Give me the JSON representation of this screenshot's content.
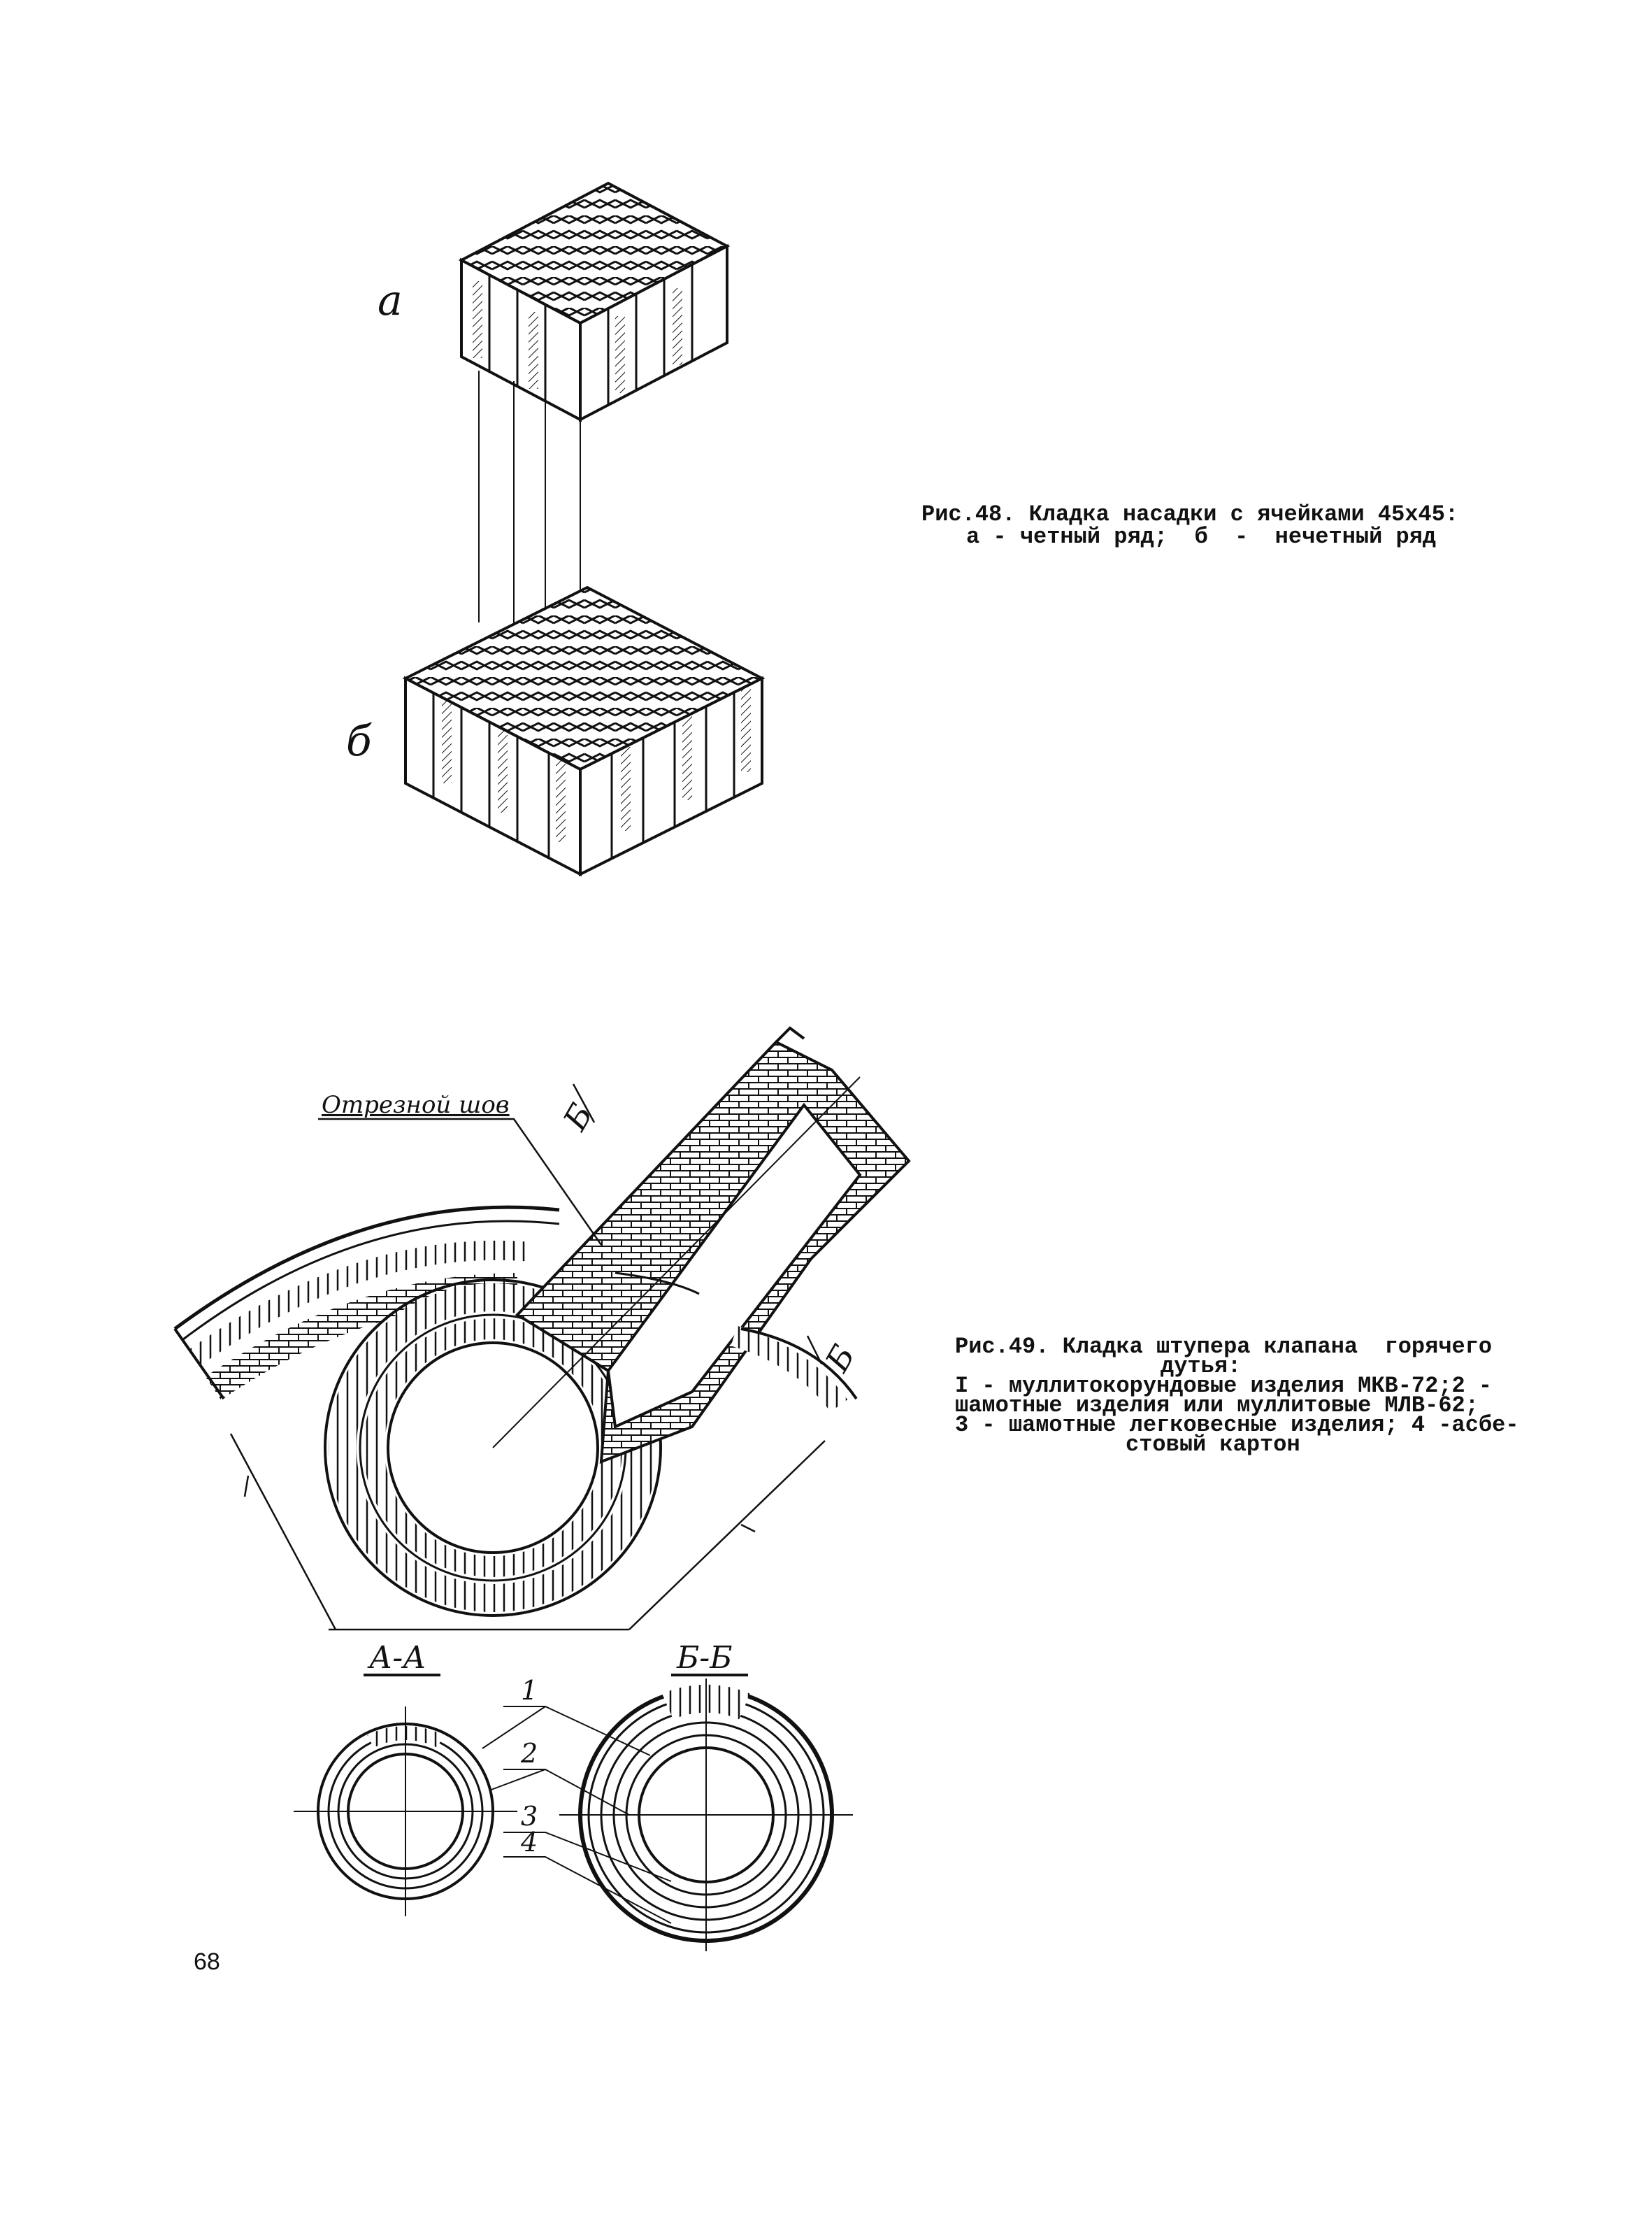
{
  "figure48": {
    "label_a": "а",
    "label_b": "б",
    "caption_line1": "Рис.48. Кладка насадки с ячейками 45х45:",
    "caption_line2": "а - четный ряд;  б  -  нечетный ряд"
  },
  "figure49": {
    "cut_seam_label": "Отрезной шов",
    "section_mark_top": "Б",
    "section_mark_right": "Б",
    "section_aa": "А-А",
    "section_bb": "Б-Б",
    "callouts": [
      "1",
      "2",
      "3",
      "4"
    ],
    "caption_line1": "Рис.49. Кладка штупера клапана  горячего",
    "caption_line2": "дутья:",
    "caption_line3": "I - муллитокорундовые изделия МКВ-72;2 -",
    "caption_line4": "шамотные изделия или муллитовые МЛВ-62;",
    "caption_line5": "3 - шамотные легковесные изделия; 4 -асбе-",
    "caption_line6": "стовый картон"
  },
  "page_number": "68"
}
